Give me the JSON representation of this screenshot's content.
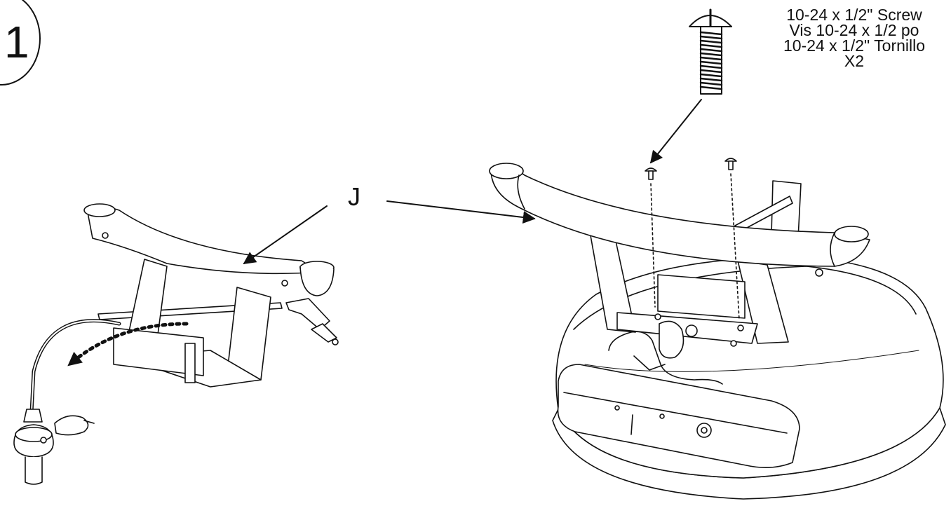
{
  "step": {
    "number": "1"
  },
  "hardware": {
    "lines": [
      "10-24 x 1/2\" Screw",
      "Vis 10-24 x 1/2 po",
      "10-24 x 1/2\" Tornillo",
      "X2"
    ]
  },
  "callout": {
    "part_letter": "J"
  },
  "icons": {
    "screw": "pan-head-screw-icon",
    "direction": "dotted-curved-arrow-icon"
  },
  "colors": {
    "line": "#111111",
    "background": "#ffffff",
    "fill": "#ffffff"
  }
}
